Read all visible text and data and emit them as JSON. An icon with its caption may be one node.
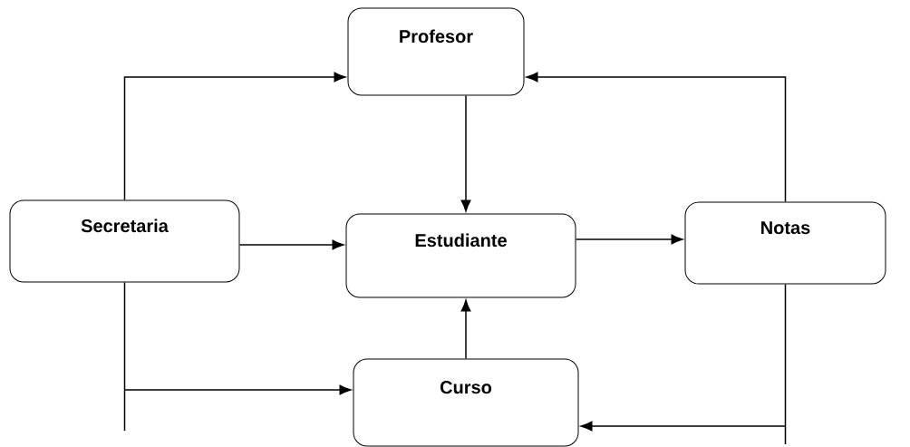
{
  "diagram": {
    "nodes": [
      {
        "text": [
          "Profesor"
        ]
      },
      {
        "text": [
          "Secretaria"
        ]
      },
      {
        "text": [
          "Estudiante"
        ]
      },
      {
        "text": [
          "Notas"
        ]
      },
      {
        "text": [
          "Curso"
        ]
      }
    ],
    "edges": [
      {
        "from": 1,
        "to": 0,
        "arrow": "to"
      },
      {
        "from": 3,
        "to": 0,
        "arrow": "to"
      },
      {
        "from": 0,
        "to": 2,
        "arrow": "to"
      },
      {
        "from": 1,
        "to": 2,
        "arrow": "to"
      },
      {
        "from": 2,
        "to": 3,
        "arrow": "to"
      },
      {
        "from": 4,
        "to": 2,
        "arrow": "to"
      },
      {
        "from": 1,
        "to": 4,
        "arrow": "to"
      },
      {
        "from": 3,
        "to": 4,
        "arrow": "to"
      }
    ]
  }
}
